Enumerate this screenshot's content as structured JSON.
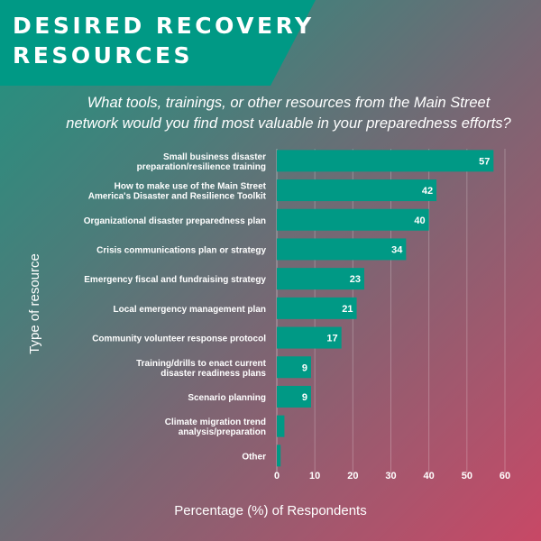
{
  "colors": {
    "banner": "#009985",
    "bar": "#009985",
    "grid": "#ffffff"
  },
  "chart_data": {
    "type": "bar",
    "orientation": "horizontal",
    "title": "DESIRED RECOVERY RESOURCES",
    "subtitle_lines": [
      "What tools, trainings, or other resources from the Main Street",
      "network would you find most valuable in your preparedness efforts?"
    ],
    "xlabel": "Percentage (%) of Respondents",
    "ylabel": "Type of resource",
    "xlim": [
      0,
      60
    ],
    "xticks": [
      0,
      10,
      20,
      30,
      40,
      50,
      60
    ],
    "grid": true,
    "categories": [
      [
        "Small business disaster",
        "preparation/resilience training"
      ],
      [
        "How to make use of the Main Street",
        "America's Disaster and Resilience Toolkit"
      ],
      [
        "Organizational disaster preparedness plan"
      ],
      [
        "Crisis communications plan or strategy"
      ],
      [
        "Emergency fiscal and fundraising strategy"
      ],
      [
        "Local emergency management plan"
      ],
      [
        "Community volunteer response protocol"
      ],
      [
        "Training/drills to enact current",
        "disaster readiness plans"
      ],
      [
        "Scenario planning"
      ],
      [
        "Climate migration trend",
        "analysis/preparation"
      ],
      [
        "Other"
      ]
    ],
    "values": [
      57,
      42,
      40,
      34,
      23,
      21,
      17,
      9,
      9,
      2,
      1
    ],
    "data_labels": [
      "57",
      "42",
      "40",
      "34",
      "23",
      "21",
      "17",
      "9",
      "9",
      "",
      ""
    ]
  }
}
